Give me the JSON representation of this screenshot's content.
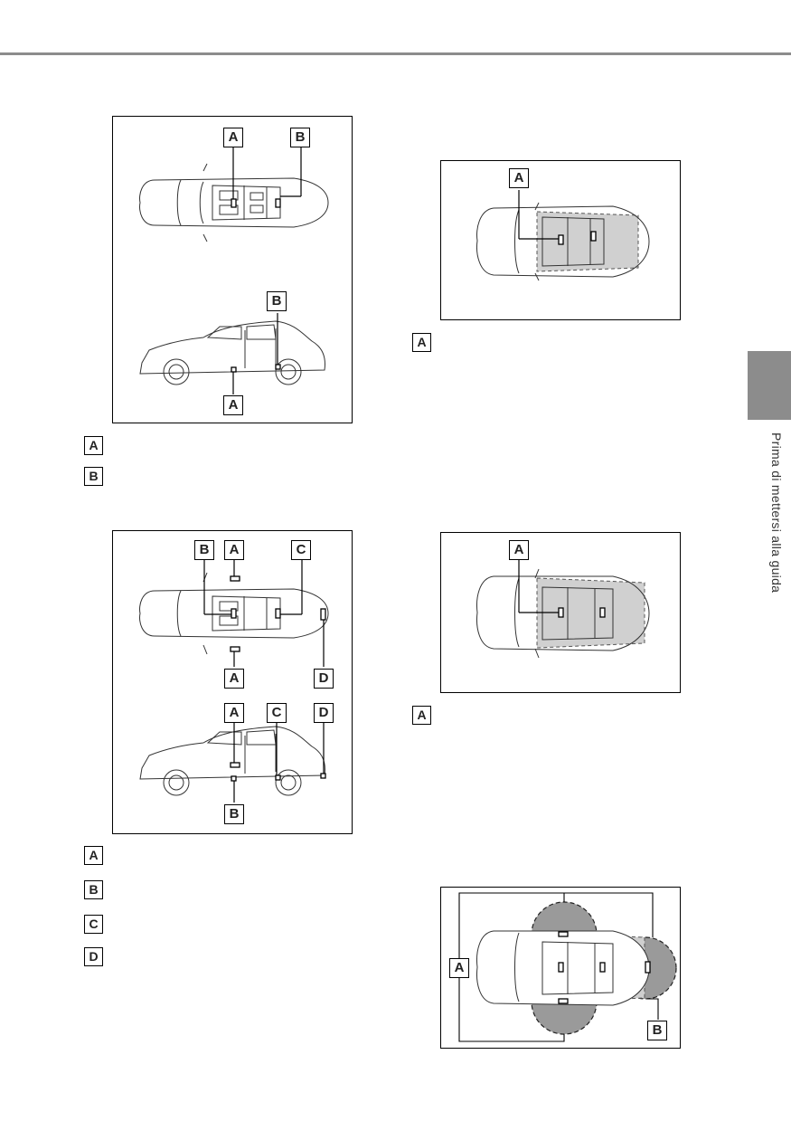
{
  "page": {
    "side_tab_title": "Prima di mettersi alla guida"
  },
  "figures": [
    {
      "labels": [
        "A",
        "B",
        "B",
        "A"
      ],
      "legend": [
        {
          "letter": "A",
          "text": ""
        },
        {
          "letter": "B",
          "text": ""
        }
      ]
    },
    {
      "labels": [
        "A"
      ],
      "legend": [
        {
          "letter": "A",
          "text": ""
        }
      ]
    },
    {
      "labels": [
        "B",
        "A",
        "C",
        "A",
        "D",
        "A",
        "C",
        "D",
        "B"
      ],
      "legend": [
        {
          "letter": "A",
          "text": ""
        },
        {
          "letter": "B",
          "text": ""
        },
        {
          "letter": "C",
          "text": ""
        },
        {
          "letter": "D",
          "text": ""
        }
      ]
    },
    {
      "labels": [
        "A"
      ],
      "legend": [
        {
          "letter": "A",
          "text": ""
        }
      ]
    },
    {
      "labels": [
        "A",
        "B"
      ]
    }
  ]
}
